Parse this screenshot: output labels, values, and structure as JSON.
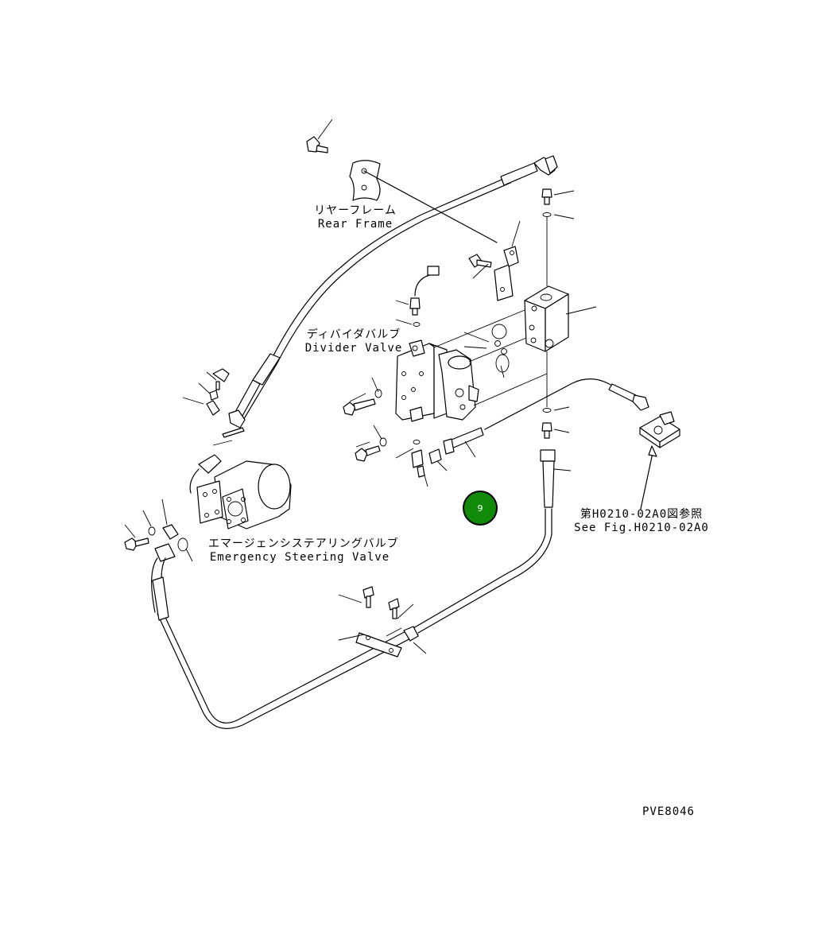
{
  "labels": {
    "rear_frame_jp": "リヤーフレーム",
    "rear_frame_en": "Rear Frame",
    "divider_valve_jp": "ディバイダバルブ",
    "divider_valve_en": "Divider Valve",
    "emergency_valve_jp": "エマージェンシステアリングバルブ",
    "emergency_valve_en": "Emergency Steering Valve",
    "see_fig_jp": "第H0210-02A0図参照",
    "see_fig_en": "See Fig.H0210-02A0",
    "drawing_code": "PVE8046"
  },
  "badge": {
    "value": "9",
    "color": "#118a0a"
  }
}
